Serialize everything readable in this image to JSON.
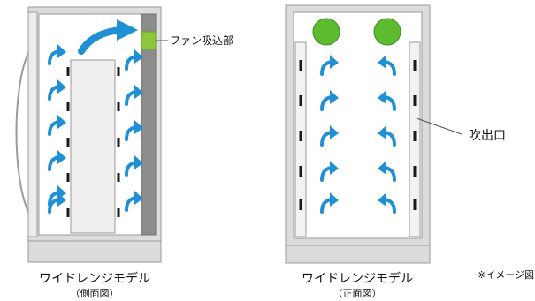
{
  "labels": {
    "fan_intake": "ファン吸込部",
    "outlet": "吹出口",
    "image_note": "※イメージ図"
  },
  "side_view": {
    "caption": "ワイドレンジモデル",
    "subcaption": "（側面図）"
  },
  "front_view": {
    "caption": "ワイドレンジモデル",
    "subcaption": "（正面図）"
  },
  "colors": {
    "airflow_arrow": "#1f8fd6",
    "fan_green": "#5cbb2e",
    "fan_intake_green": "#8cc83c",
    "cabinet_gray": "#d9d9d9",
    "side_duct_gray": "#8c8c8c"
  }
}
